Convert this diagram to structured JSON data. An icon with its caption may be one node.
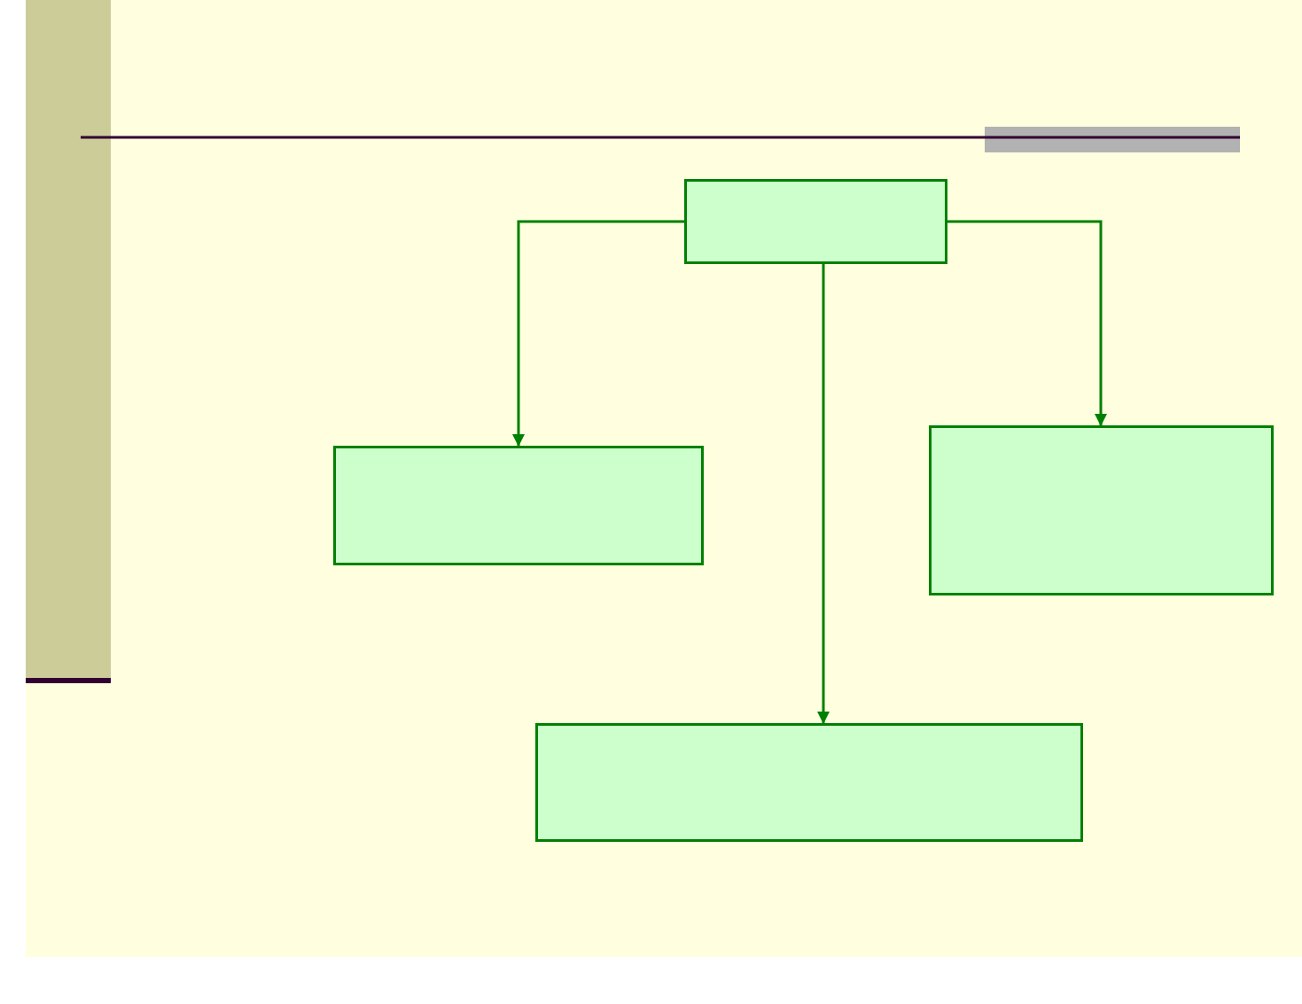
{
  "diagram": {
    "nodes": [
      {
        "text": [],
        "shape": "box"
      },
      {
        "text": [],
        "shape": "box"
      },
      {
        "text": [],
        "shape": "box"
      },
      {
        "text": [],
        "shape": "box"
      }
    ],
    "edges": [
      {
        "from": 0,
        "to": 1,
        "arrow": "to"
      },
      {
        "from": 0,
        "to": 3,
        "arrow": "to"
      },
      {
        "from": 0,
        "to": 2,
        "arrow": "to"
      }
    ]
  }
}
